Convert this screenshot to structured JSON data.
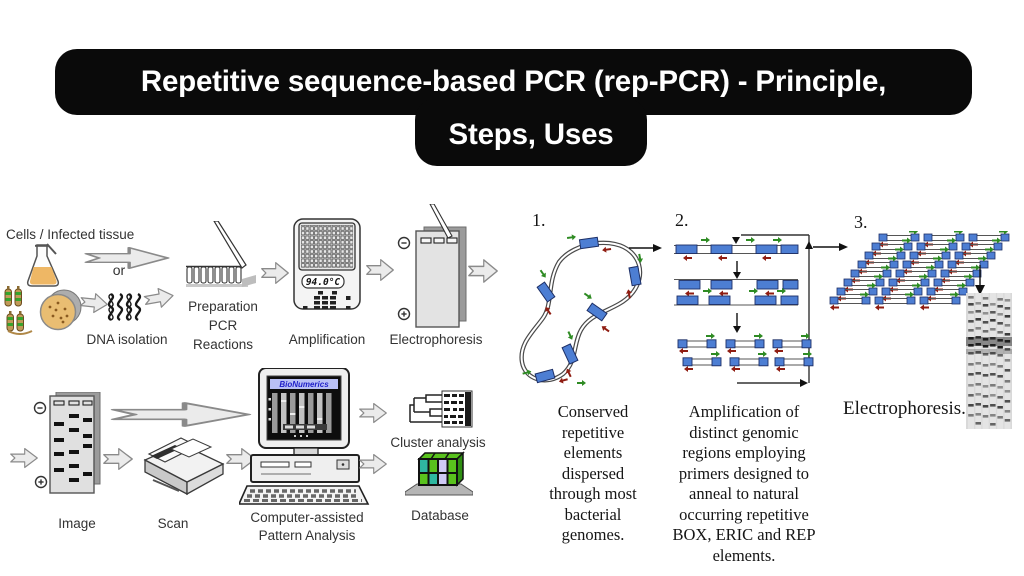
{
  "title": {
    "line1": "Repetitive sequence-based PCR (rep-PCR) - Principle,",
    "line2": "Steps, Uses"
  },
  "workflow": {
    "cells_tissue": "Cells / Infected tissue",
    "or": "or",
    "dna_isolation": "DNA isolation",
    "preparation": "Preparation\nPCR\nReactions",
    "amplification": "Amplification",
    "thermocycler_display": "94.0°C",
    "electrophoresis": "Electrophoresis",
    "image": "Image",
    "scan": "Scan",
    "computer": "Computer-assisted\nPattern Analysis",
    "screen_title": "BioNumerics",
    "cluster": "Cluster analysis",
    "database": "Database"
  },
  "principle": {
    "step1": "1.",
    "step2": "2.",
    "step3": "3.",
    "caption1": "Conserved\nrepetitive\nelements\ndispersed\nthrough most\nbacterial\ngenomes.",
    "caption2": "Amplification of\ndistinct genomic\nregions employing\nprimers designed to\nanneal to natural\noccurring repetitive\nBOX, ERIC and REP\nelements.",
    "electrophoresis": "Electrophoresis."
  },
  "colors": {
    "banner": "#0a0a0a",
    "banner_text": "#ffffff",
    "element_blue": "#4d7ed3",
    "primer_green": "#2e8b23",
    "primer_red": "#8f1d12",
    "arrow_fill": "#ebebeb",
    "db_green": "#59c21d",
    "db_teal": "#2fb7a0",
    "db_lavender": "#cfc9f4",
    "flask_liquid": "#eeb765"
  }
}
